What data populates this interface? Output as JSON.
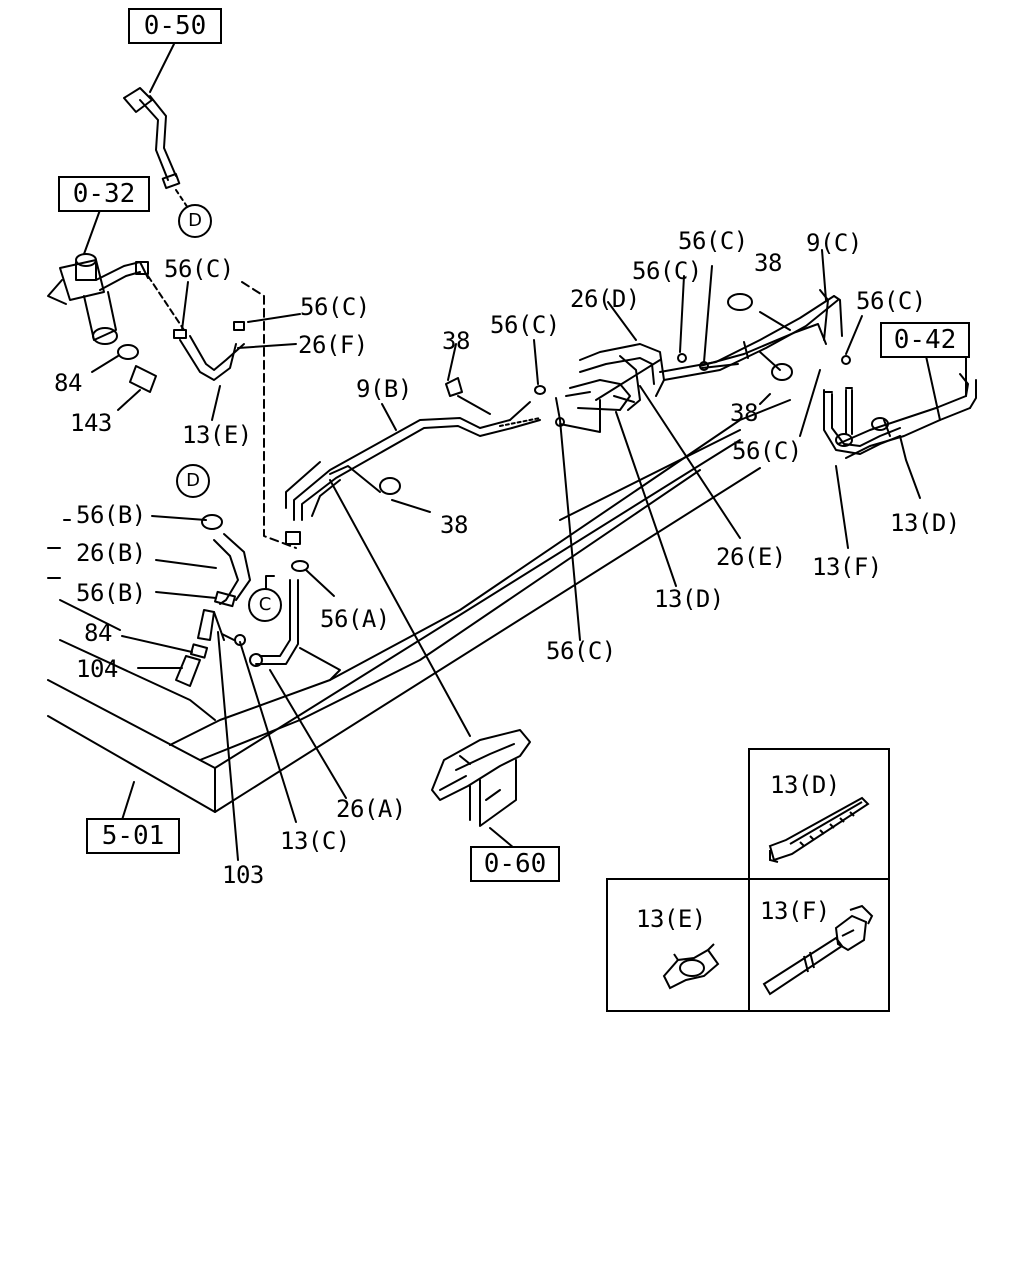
{
  "ref_boxes": {
    "r_050": "0-50",
    "r_032": "0-32",
    "r_042": "0-42",
    "r_501": "5-01",
    "r_060": "0-60"
  },
  "circle_markers": {
    "d_top": "D",
    "d_left": "D",
    "c_left": "C"
  },
  "callouts": {
    "c56c_1": "56(C)",
    "c56c_2": "56(C)",
    "c26f": "26(F)",
    "c84_top": "84",
    "c143": "143",
    "c13e": "13(E)",
    "c38_a": "38",
    "c9b": "9(B)",
    "c56c_3": "56(C)",
    "c26d": "26(D)",
    "c56c_4": "56(C)",
    "c56c_5": "56(C)",
    "c38_b": "38",
    "c9c": "9(C)",
    "c56c_6": "56(C)",
    "c38_c": "38",
    "c56c_7": "56(C)",
    "c38_d": "38",
    "c13d_a": "13(D)",
    "c26e": "26(E)",
    "c13f": "13(F)",
    "c13d_b": "13(D)",
    "c56c_8": "56(C)",
    "c56b_1": "56(B)",
    "c26b": "26(B)",
    "c56b_2": "56(B)",
    "c84_low": "84",
    "c104": "104",
    "c56a": "56(A)",
    "c26a": "26(A)",
    "c13c": "13(C)",
    "c103": "103"
  },
  "detail_panels": {
    "p13d": "13(D)",
    "p13e": "13(E)",
    "p13f": "13(F)"
  }
}
